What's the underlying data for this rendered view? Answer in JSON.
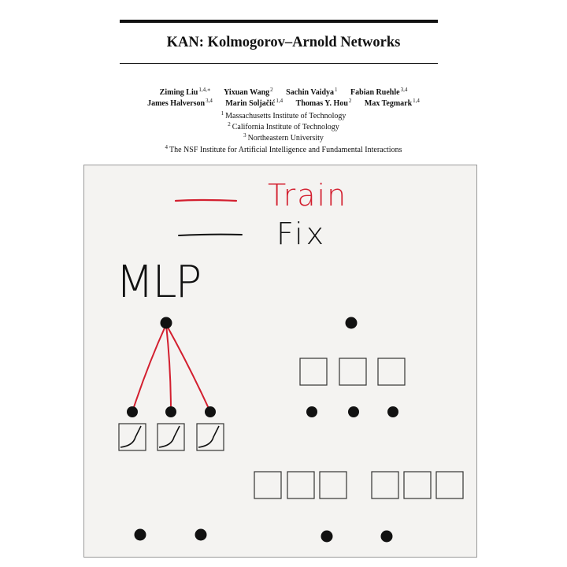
{
  "paper": {
    "title": "KAN: Kolmogorov–Arnold Networks",
    "authors_line1": [
      {
        "name": "Ziming Liu",
        "sup": "1,4,∗"
      },
      {
        "name": "Yixuan Wang",
        "sup": "2"
      },
      {
        "name": "Sachin Vaidya",
        "sup": "1"
      },
      {
        "name": "Fabian Ruehle",
        "sup": "3,4"
      }
    ],
    "authors_line2": [
      {
        "name": "James Halverson",
        "sup": "3,4"
      },
      {
        "name": "Marin Soljačić",
        "sup": "1,4"
      },
      {
        "name": "Thomas Y. Hou",
        "sup": "2"
      },
      {
        "name": "Max Tegmark",
        "sup": "1,4"
      }
    ],
    "affiliations": [
      {
        "num": "1",
        "text": "Massachusetts Institute of Technology"
      },
      {
        "num": "2",
        "text": "California Institute of Technology"
      },
      {
        "num": "3",
        "text": "Northeastern University"
      },
      {
        "num": "4",
        "text": "The NSF Institute for Artificial Intelligence and Fundamental Interactions"
      }
    ]
  },
  "figure": {
    "legend": {
      "train_label": "Train",
      "fix_label": "Fix",
      "train_color": "#d31f2f",
      "fix_color": "#111111"
    },
    "left_label": "MLP"
  }
}
